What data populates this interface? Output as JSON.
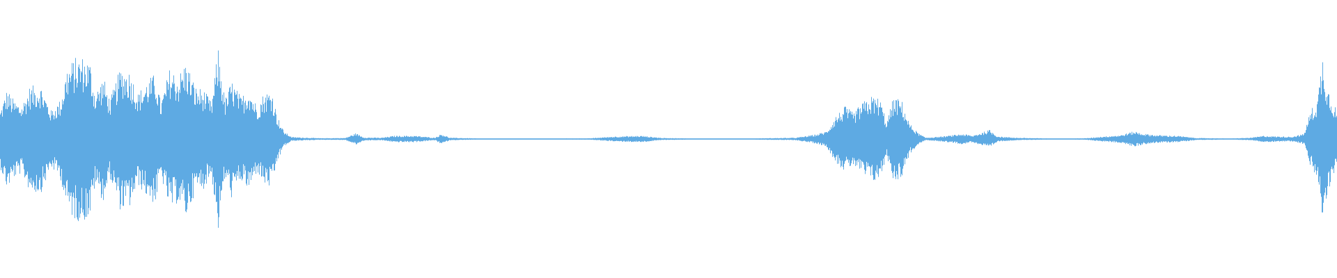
{
  "waveform": {
    "color": "#5eaae3",
    "background": "#ffffff",
    "amplitude_envelope": [
      [
        0.0,
        0.22
      ],
      [
        0.005,
        0.38
      ],
      [
        0.01,
        0.3
      ],
      [
        0.016,
        0.26
      ],
      [
        0.022,
        0.4
      ],
      [
        0.03,
        0.42
      ],
      [
        0.038,
        0.22
      ],
      [
        0.045,
        0.3
      ],
      [
        0.05,
        0.55
      ],
      [
        0.056,
        0.62
      ],
      [
        0.062,
        0.63
      ],
      [
        0.067,
        0.6
      ],
      [
        0.071,
        0.35
      ],
      [
        0.077,
        0.48
      ],
      [
        0.082,
        0.3
      ],
      [
        0.09,
        0.55
      ],
      [
        0.097,
        0.52
      ],
      [
        0.103,
        0.35
      ],
      [
        0.11,
        0.45
      ],
      [
        0.116,
        0.5
      ],
      [
        0.12,
        0.28
      ],
      [
        0.127,
        0.55
      ],
      [
        0.133,
        0.48
      ],
      [
        0.139,
        0.6
      ],
      [
        0.146,
        0.4
      ],
      [
        0.152,
        0.38
      ],
      [
        0.158,
        0.28
      ],
      [
        0.163,
        0.7
      ],
      [
        0.168,
        0.3
      ],
      [
        0.173,
        0.45
      ],
      [
        0.18,
        0.32
      ],
      [
        0.186,
        0.4
      ],
      [
        0.192,
        0.25
      ],
      [
        0.197,
        0.35
      ],
      [
        0.203,
        0.38
      ],
      [
        0.207,
        0.18
      ],
      [
        0.212,
        0.06
      ],
      [
        0.218,
        0.015
      ],
      [
        0.24,
        0.006
      ],
      [
        0.258,
        0.008
      ],
      [
        0.266,
        0.045
      ],
      [
        0.272,
        0.012
      ],
      [
        0.285,
        0.01
      ],
      [
        0.295,
        0.025
      ],
      [
        0.31,
        0.025
      ],
      [
        0.325,
        0.01
      ],
      [
        0.33,
        0.04
      ],
      [
        0.336,
        0.01
      ],
      [
        0.36,
        0.004
      ],
      [
        0.4,
        0.004
      ],
      [
        0.44,
        0.005
      ],
      [
        0.46,
        0.02
      ],
      [
        0.48,
        0.025
      ],
      [
        0.495,
        0.008
      ],
      [
        0.52,
        0.004
      ],
      [
        0.56,
        0.004
      ],
      [
        0.595,
        0.01
      ],
      [
        0.61,
        0.035
      ],
      [
        0.618,
        0.06
      ],
      [
        0.625,
        0.18
      ],
      [
        0.632,
        0.25
      ],
      [
        0.638,
        0.2
      ],
      [
        0.645,
        0.28
      ],
      [
        0.652,
        0.33
      ],
      [
        0.658,
        0.31
      ],
      [
        0.663,
        0.13
      ],
      [
        0.668,
        0.32
      ],
      [
        0.674,
        0.3
      ],
      [
        0.68,
        0.12
      ],
      [
        0.686,
        0.05
      ],
      [
        0.692,
        0.01
      ],
      [
        0.705,
        0.02
      ],
      [
        0.72,
        0.04
      ],
      [
        0.727,
        0.025
      ],
      [
        0.734,
        0.05
      ],
      [
        0.74,
        0.07
      ],
      [
        0.746,
        0.02
      ],
      [
        0.76,
        0.01
      ],
      [
        0.79,
        0.003
      ],
      [
        0.812,
        0.006
      ],
      [
        0.825,
        0.02
      ],
      [
        0.838,
        0.03
      ],
      [
        0.848,
        0.06
      ],
      [
        0.856,
        0.04
      ],
      [
        0.866,
        0.03
      ],
      [
        0.88,
        0.025
      ],
      [
        0.895,
        0.008
      ],
      [
        0.92,
        0.004
      ],
      [
        0.935,
        0.01
      ],
      [
        0.945,
        0.025
      ],
      [
        0.955,
        0.02
      ],
      [
        0.966,
        0.018
      ],
      [
        0.975,
        0.04
      ],
      [
        0.98,
        0.22
      ],
      [
        0.985,
        0.3
      ],
      [
        0.989,
        0.65
      ],
      [
        0.993,
        0.4
      ],
      [
        0.997,
        0.3
      ],
      [
        1.0,
        0.2
      ]
    ]
  }
}
